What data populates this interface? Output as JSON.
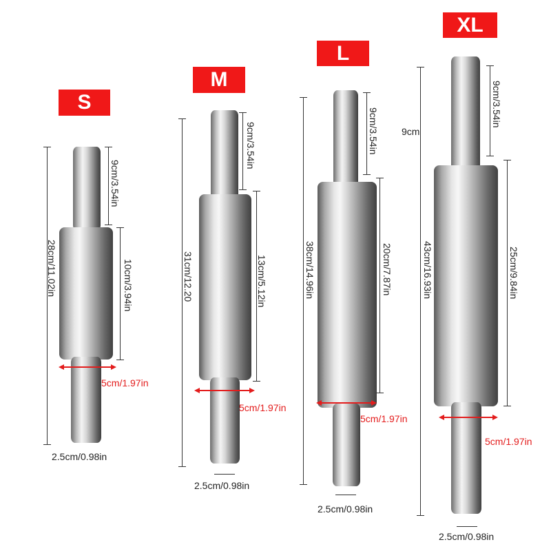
{
  "colors": {
    "badge": "#f01818",
    "red_dimension": "#e31c1c",
    "steel": "#c8c8c8"
  },
  "products": [
    {
      "size": "S",
      "total": "28cm/11.02in",
      "handle": "9cm/3.54in",
      "barrel": "10cm/3.94in",
      "diameter": "5cm/1.97in",
      "handle_diameter": "2.5cm/0.98in"
    },
    {
      "size": "M",
      "total": "31cm/12.20",
      "handle": "9cm/3.54in",
      "barrel": "13cm/5.12in",
      "diameter": "5cm/1.97in",
      "handle_diameter": "2.5cm/0.98in"
    },
    {
      "size": "L",
      "total": "38cm/14.96in",
      "handle": "9cm/3.54in",
      "barrel": "20cm/7.87in",
      "diameter": "5cm/1.97in",
      "handle_diameter": "2.5cm/0.98in"
    },
    {
      "size": "XL",
      "total": "43cm/16.93in",
      "handle": "9cm/3.54in",
      "barrel": "25cm/9.84in",
      "diameter": "5cm/1.97in",
      "handle_diameter": "2.5cm/0.98in",
      "stray_label": "9cm"
    }
  ]
}
